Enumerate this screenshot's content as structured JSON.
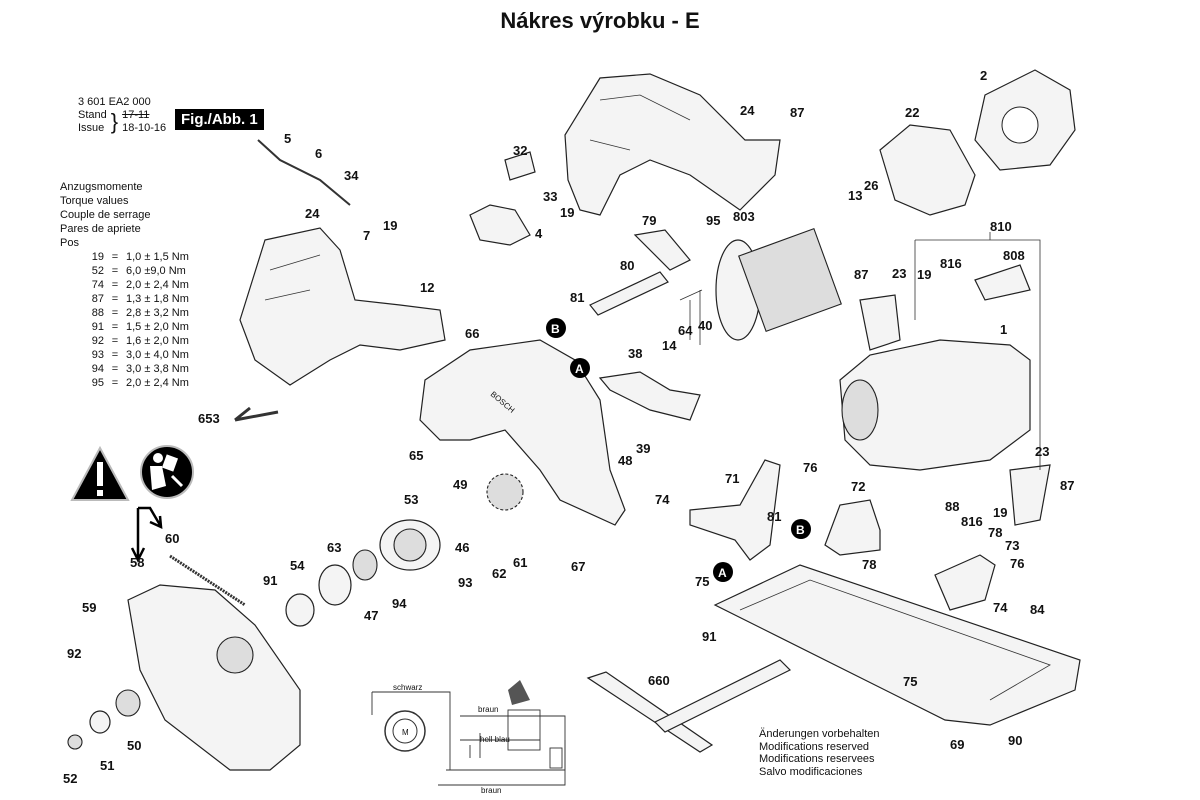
{
  "title": "Nákres výrobku - E",
  "header": {
    "part_number": "3 601 EA2 000",
    "stand_label": "Stand",
    "issue_label": "Issue",
    "stand_value": "17-11",
    "issue_value": "18-10-16",
    "figure_label": "Fig./Abb. 1"
  },
  "torque": {
    "headings": [
      "Anzugsmomente",
      "Torque values",
      "Couple de serrage",
      "Pares de apriete",
      "Pos"
    ],
    "rows": [
      {
        "pos": "19",
        "value": "1,0 ± 1,5 Nm"
      },
      {
        "pos": "52",
        "value": "6,0 ±9,0 Nm"
      },
      {
        "pos": "74",
        "value": "2,0 ± 2,4 Nm"
      },
      {
        "pos": "87",
        "value": "1,3 ± 1,8 Nm"
      },
      {
        "pos": "88",
        "value": "2,8 ± 3,2 Nm"
      },
      {
        "pos": "91",
        "value": "1,5 ± 2,0 Nm"
      },
      {
        "pos": "92",
        "value": "1,6 ± 2,0 Nm"
      },
      {
        "pos": "93",
        "value": "3,0 ± 4,0 Nm"
      },
      {
        "pos": "94",
        "value": "3,0 ± 3,8 Nm"
      },
      {
        "pos": "95",
        "value": "2,0 ± 2,4 Nm"
      }
    ]
  },
  "modifications": [
    "Änderungen vorbehalten",
    "Modifications reserved",
    "Modifications reservees",
    "Salvo modificaciones"
  ],
  "wiring": {
    "motor_label": "M",
    "wire_labels": [
      "schwarz",
      "braun",
      "hell blau",
      "braun"
    ]
  },
  "callouts": {
    "A": "A",
    "B": "B"
  },
  "part_labels": [
    "2",
    "22",
    "24",
    "87",
    "32",
    "33",
    "19",
    "4",
    "5",
    "6",
    "34",
    "24",
    "7",
    "19",
    "12",
    "79",
    "95",
    "803",
    "13",
    "26",
    "810",
    "808",
    "816",
    "19",
    "23",
    "87",
    "1",
    "80",
    "81",
    "B",
    "14",
    "64",
    "40",
    "66",
    "38",
    "A",
    "39",
    "48",
    "65",
    "653",
    "49",
    "53",
    "46",
    "63",
    "54",
    "47",
    "94",
    "93",
    "62",
    "61",
    "67",
    "60",
    "58",
    "91",
    "59",
    "92",
    "50",
    "51",
    "52",
    "71",
    "76",
    "72",
    "74",
    "81",
    "B",
    "75",
    "A",
    "78",
    "73",
    "76",
    "74",
    "84",
    "88",
    "816",
    "19",
    "23",
    "87",
    "78",
    "91",
    "660",
    "75",
    "69",
    "90"
  ]
}
